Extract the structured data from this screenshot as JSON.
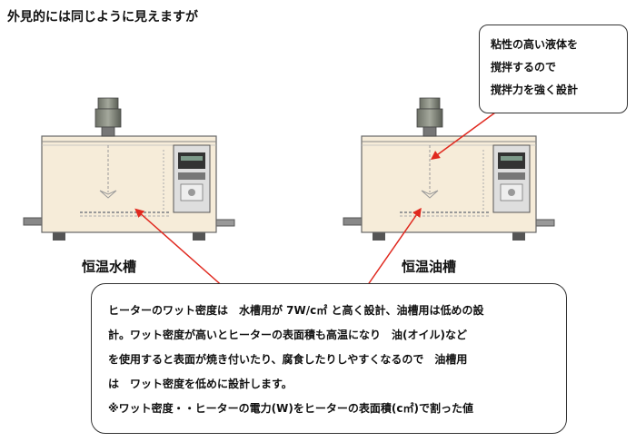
{
  "heading": "外見的には同じように見えますが",
  "labels": {
    "water_bath": "恒温水槽",
    "oil_bath": "恒温油槽"
  },
  "callout_top": {
    "lines": [
      "粘性の高い液体を",
      "撹拌するので",
      "撹拌力を強く設計"
    ]
  },
  "callout_bottom": {
    "lines": [
      "ヒーターのワット密度は　水槽用が 7W/c㎡ と高く設計、油槽用は低めの設",
      "計。ワット密度が高いとヒーターの表面積も高温になり　油(オイル)など",
      "を使用すると表面が焼き付いたり、腐食したりしやすくなるので　油槽用",
      "は　ワット密度を低めに設計します。",
      "※ワット密度・・ヒーターの電力(W)をヒーターの表面積(c㎡)で割った値"
    ]
  },
  "colors": {
    "arrow": "#e0281e",
    "tank_body": "#f6ecd9",
    "outline": "#555555"
  }
}
